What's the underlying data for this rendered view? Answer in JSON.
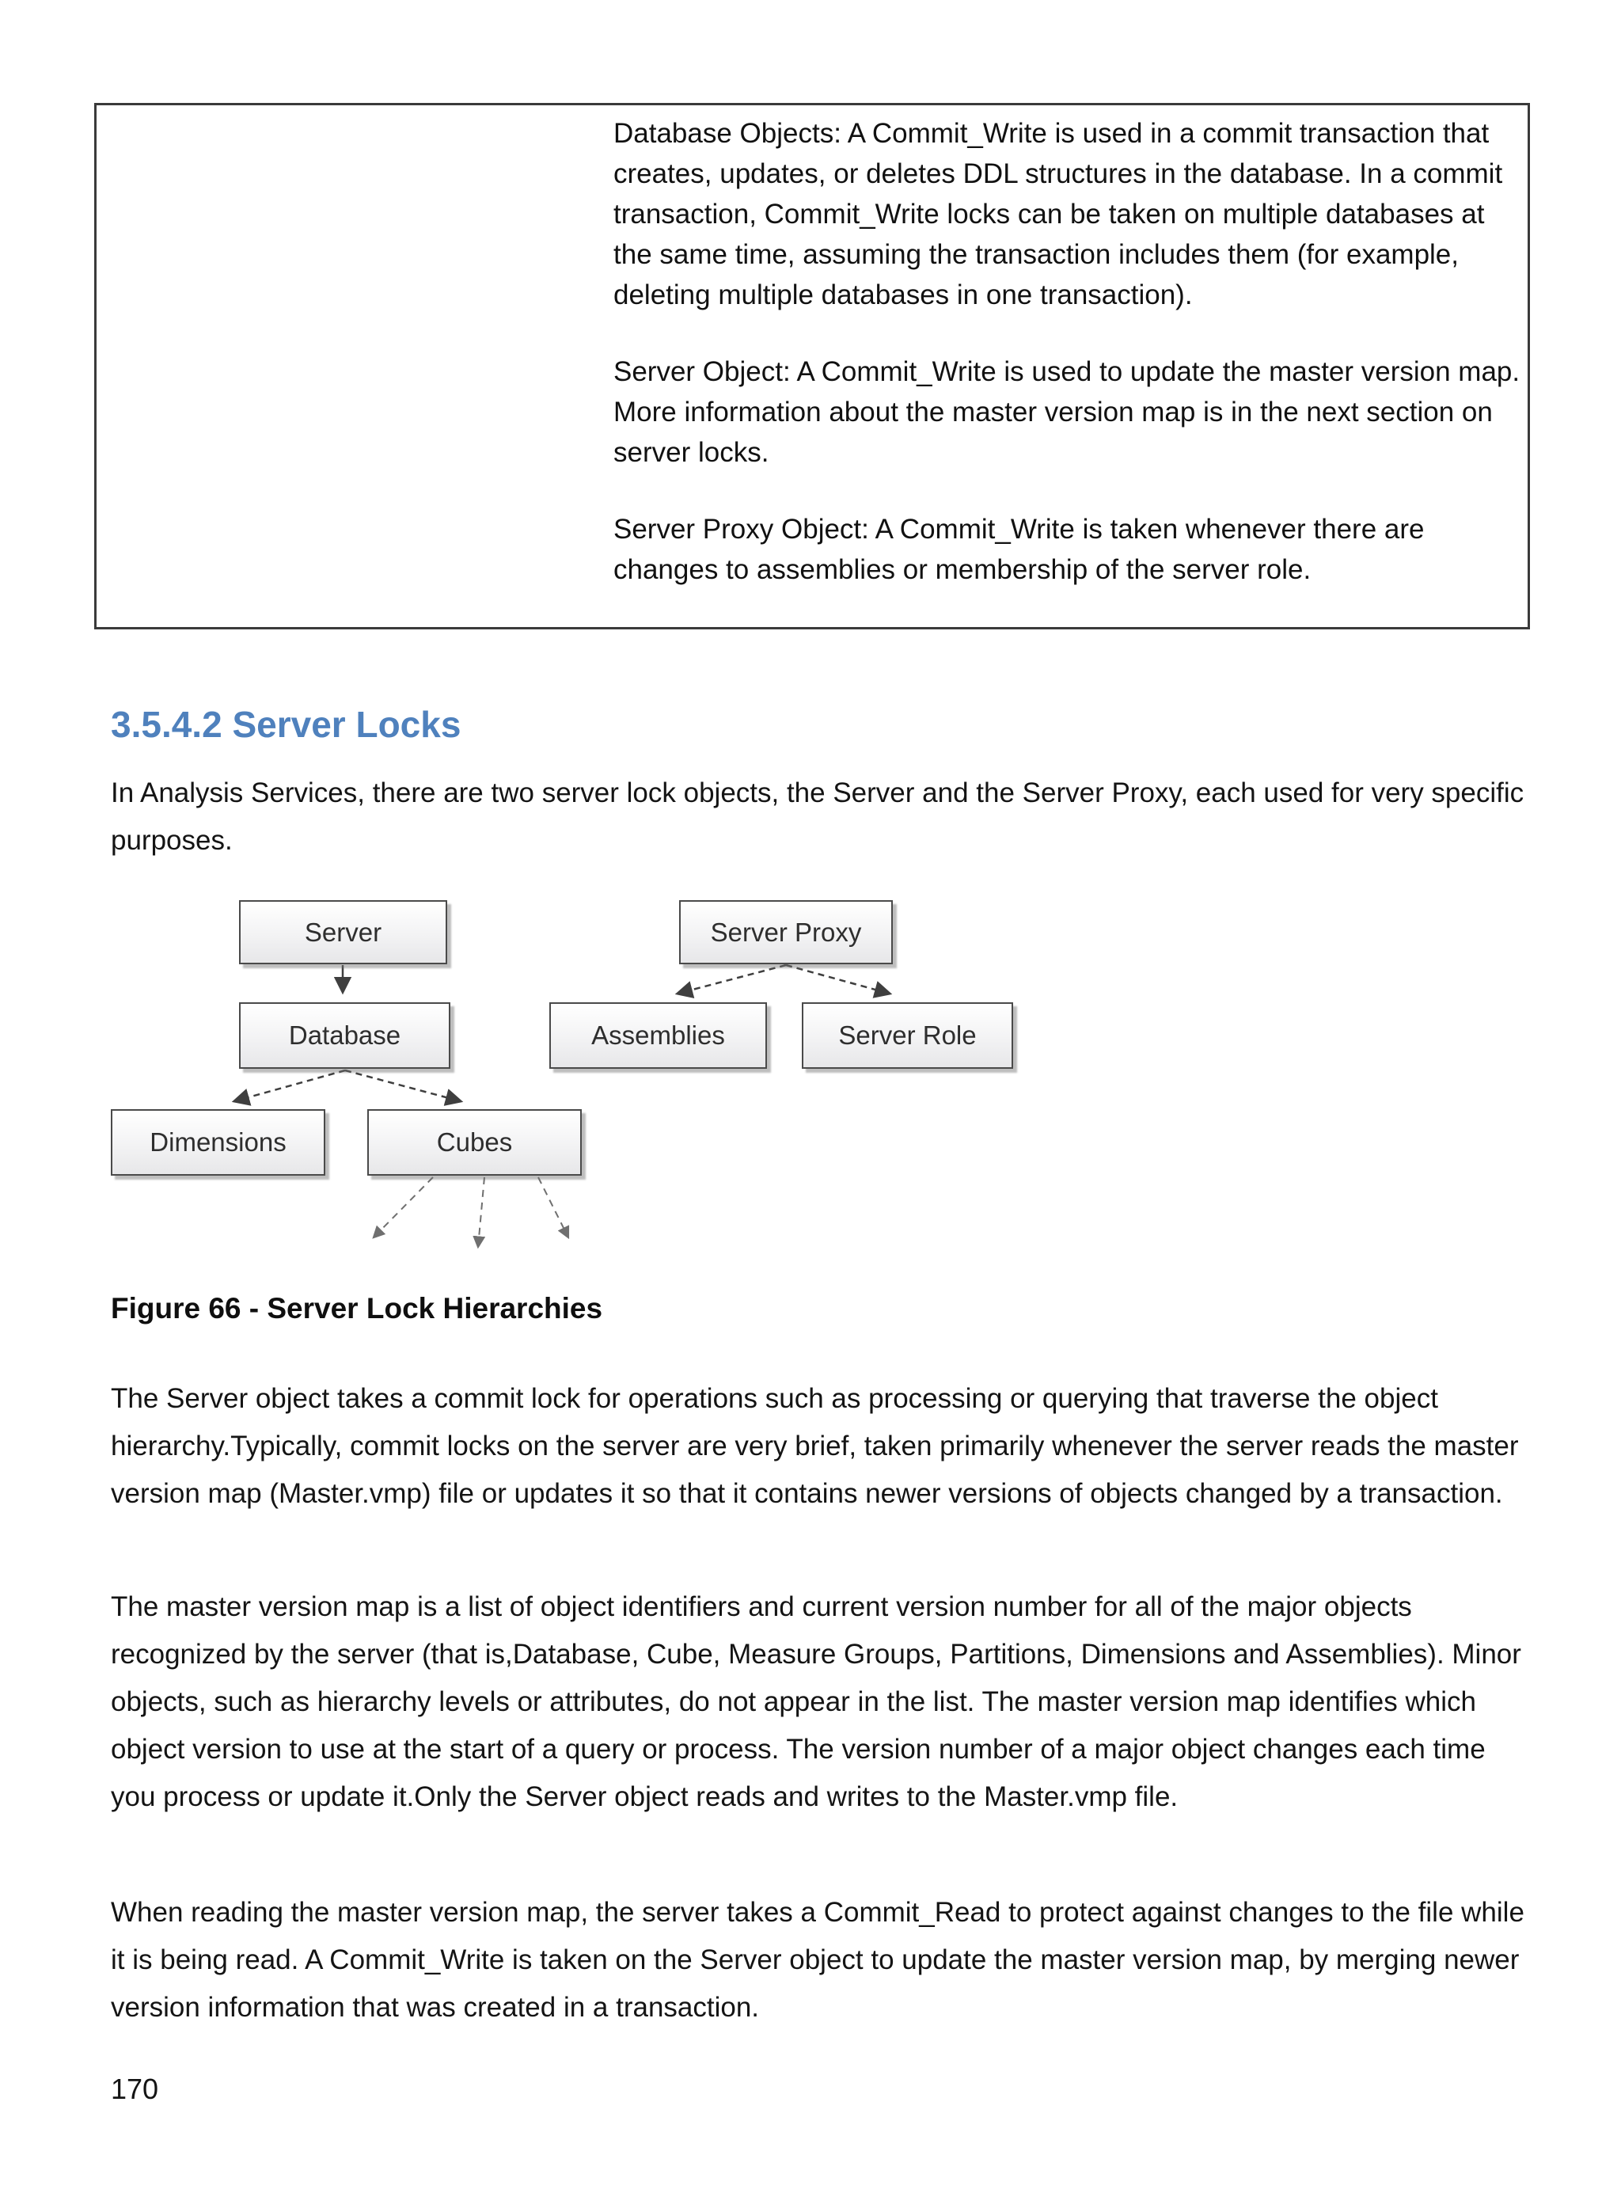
{
  "page": {
    "number": "170"
  },
  "colors": {
    "heading_accent": "#4F81BD",
    "body_text": "#141414",
    "callout_border": "#3a3a3a",
    "diagram_box_border": "#4a4a4a",
    "diagram_box_fill": "#efefef"
  },
  "callout": {
    "paragraphs": [
      "Database Objects: A Commit_Write is used in a commit transaction that creates, updates, or deletes DDL structures in the database. In a commit transaction, Commit_Write locks can be taken on multiple databases at the same time, assuming the transaction includes them (for example, deleting multiple databases in one transaction).",
      "Server Object: A Commit_Write is used to update the master version map. More information about the master version map is in the next section on server locks.",
      "Server Proxy Object: A Commit_Write is taken whenever there are changes to assemblies or membership of the server role."
    ]
  },
  "section": {
    "heading": "3.5.4.2 Server Locks",
    "intro": "In Analysis Services, there are two server lock objects, the Server and the Server Proxy, each used for very specific purposes."
  },
  "figure": {
    "caption": "Figure 66 - Server Lock Hierarchies"
  },
  "diagram": {
    "nodes": {
      "server": "Server",
      "server_proxy": "Server Proxy",
      "database": "Database",
      "assemblies": "Assemblies",
      "server_role": "Server Role",
      "dimensions": "Dimensions",
      "cubes": "Cubes"
    },
    "edges": [
      {
        "from": "server",
        "to": "database",
        "style": "solid"
      },
      {
        "from": "server_proxy",
        "to": "assemblies",
        "style": "dashed"
      },
      {
        "from": "server_proxy",
        "to": "server_role",
        "style": "dashed"
      },
      {
        "from": "database",
        "to": "dimensions",
        "style": "dashed"
      },
      {
        "from": "database",
        "to": "cubes",
        "style": "dashed"
      },
      {
        "from": "cubes",
        "to": null,
        "style": "dashed-fan"
      },
      {
        "from": "cubes",
        "to": null,
        "style": "dashed-fan"
      },
      {
        "from": "cubes",
        "to": null,
        "style": "dashed-fan"
      }
    ]
  },
  "paragraphs": [
    "The Server object takes a commit lock for operations such as processing or querying that traverse the object hierarchy.Typically, commit locks on the server are very brief, taken primarily whenever the server reads the master version map (Master.vmp) file or updates it so that it contains newer versions of objects changed by a transaction.",
    "The master version map is a list of object identifiers and current version number for all of the major objects recognized by the server (that is,Database, Cube, Measure Groups, Partitions, Dimensions and Assemblies). Minor objects, such as hierarchy levels or attributes, do not appear in the list. The master version map identifies which object version to use at the start of a query or process. The version number of a major object changes each time you process or update it.Only the Server object reads and writes to the Master.vmp file.",
    "When reading the master version map, the server takes a Commit_Read to protect against changes to the file while it is being read. A Commit_Write is taken on the Server object to update the master version map, by merging newer version information that was created in a transaction."
  ]
}
